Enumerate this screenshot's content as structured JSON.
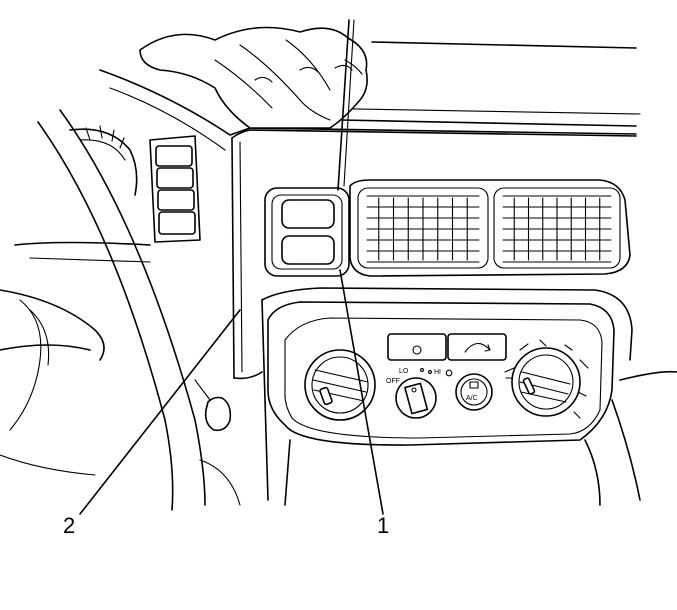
{
  "callouts": {
    "one": "1",
    "two": "2"
  },
  "controls": {
    "fan_off": "OFF",
    "fan_lo": "LO",
    "fan_hi": "HI",
    "ac": "A/C"
  },
  "colors": {
    "ink": "#000000",
    "paper": "#ffffff"
  }
}
